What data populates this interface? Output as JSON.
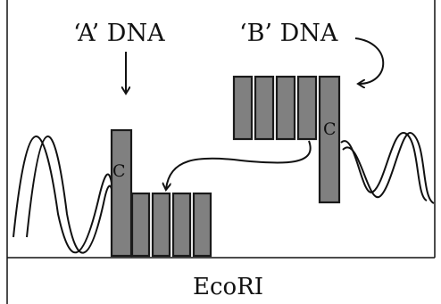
{
  "labels": {
    "a_dna": "‘A’ DNA",
    "b_dna": "‘B’ DNA",
    "enzyme": "EcoRI",
    "c_left": "C",
    "c_right": "C"
  },
  "colors": {
    "box_fill": "#808080",
    "stroke": "#111111",
    "background": "#ffffff"
  }
}
